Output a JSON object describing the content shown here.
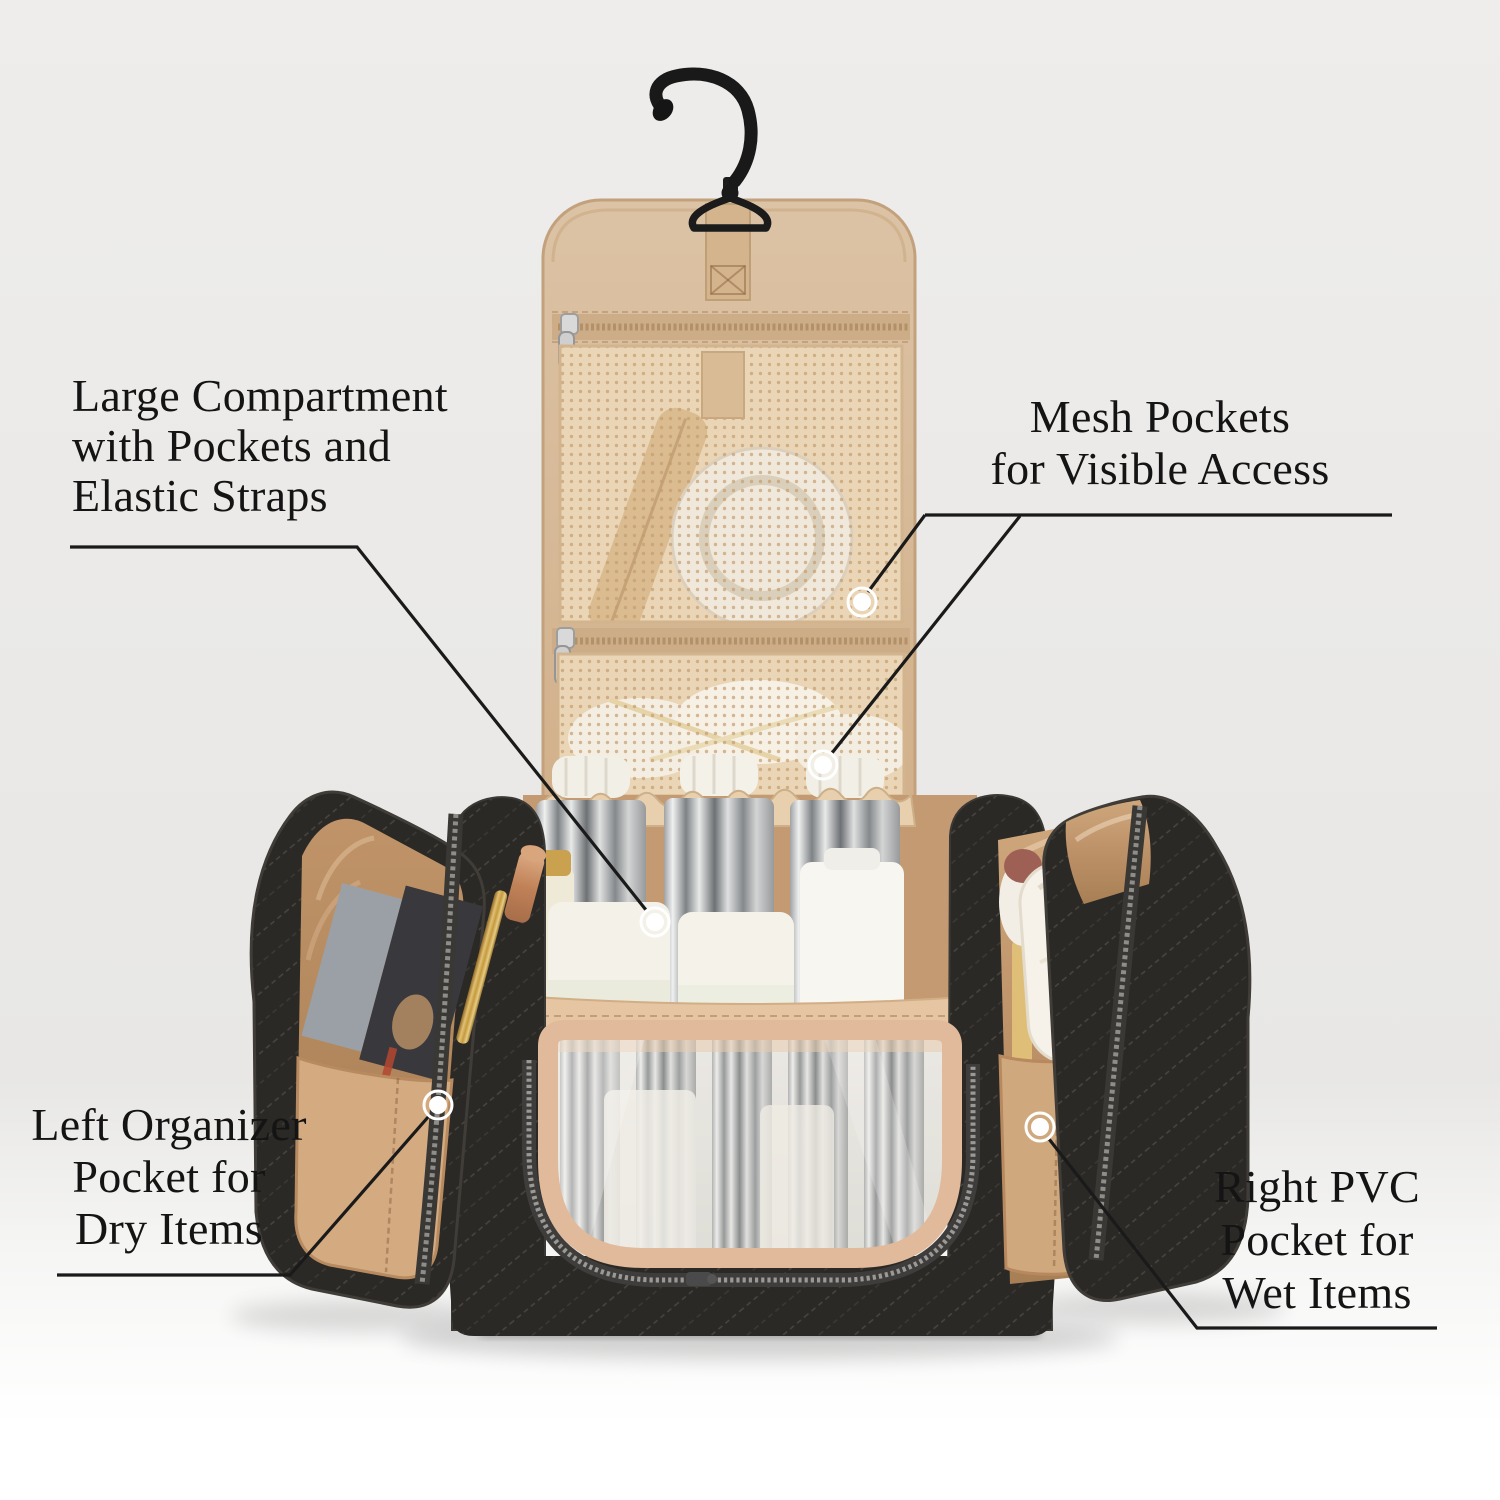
{
  "annotations": {
    "large_compartment": {
      "lines": [
        "Large Compartment",
        "with Pockets and",
        "Elastic Straps"
      ]
    },
    "mesh_pockets": {
      "lines": [
        "Mesh Pockets",
        "for Visible Access"
      ]
    },
    "left_pocket": {
      "lines": [
        "Left Organizer",
        "Pocket for",
        "Dry Items"
      ]
    },
    "right_pocket": {
      "lines": [
        "Right PVC",
        "Pocket for",
        "Wet Items"
      ]
    }
  },
  "colors": {
    "background_top": "#edecea",
    "background_floor": "#ffffff",
    "bag_fabric_black": "#2b2926",
    "flap_tan": "#d8bd9d",
    "mesh_tan": "#ecd9bb",
    "interior_tan": "#c49a72",
    "plush_trim": "#e1ba9c",
    "chrome_bottle": "#c9cbcc",
    "callout_line": "#1a1a1a",
    "callout_dot": "#ffffff",
    "text": "#141414"
  }
}
